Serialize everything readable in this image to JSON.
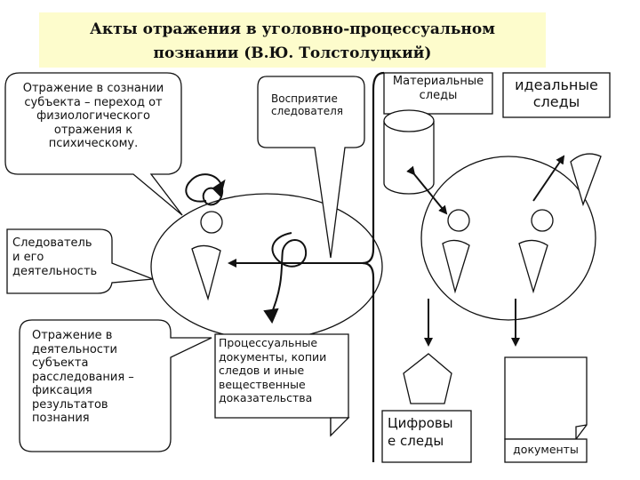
{
  "title": {
    "line1": "Акты отражения в уголовно-процессуальном",
    "line2": "познании (В.Ю. Толстолуцкий)"
  },
  "callouts": {
    "reflection": [
      "Отражение в сознании",
      "субъекта – переход от",
      "физиологического",
      "отражения к",
      "психическому."
    ],
    "perception": [
      "Восприятие",
      "следователя"
    ],
    "investigator": [
      "Следователь",
      "и его",
      "деятельность"
    ],
    "activity": [
      "Отражение в",
      "деятельности",
      "субъекта",
      "расследования –",
      "фиксация",
      "результатов",
      "познания"
    ]
  },
  "boxes": {
    "material": [
      "Материальные",
      "следы"
    ],
    "ideal": [
      "идеальные",
      "следы"
    ],
    "procedural": [
      "Процессуальные",
      "документы,  копии",
      "следов  и иные",
      "вещественные",
      "доказательства"
    ],
    "digital": [
      "Цифровы",
      "е следы"
    ],
    "documents": "документы"
  },
  "colors": {
    "title_bg": "#fdfccc",
    "stroke": "#111111",
    "fill": "#ffffff"
  }
}
